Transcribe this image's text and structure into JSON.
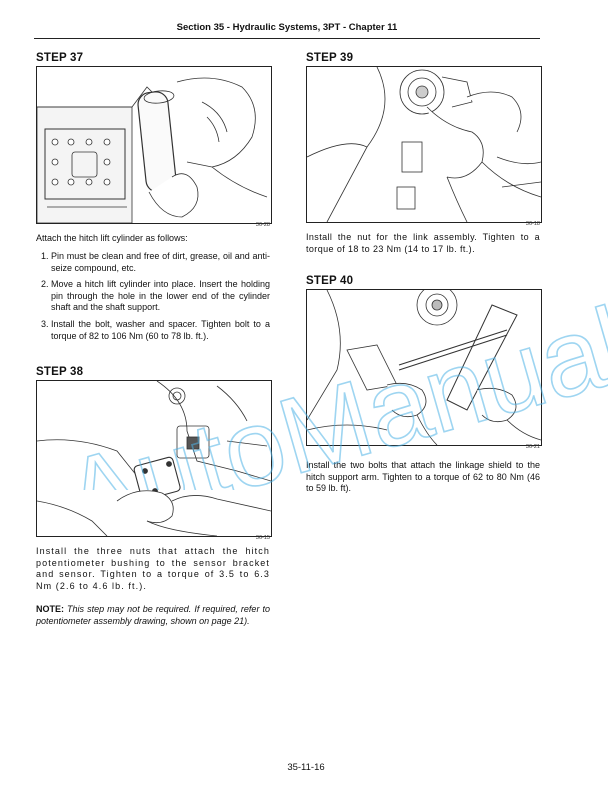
{
  "header": {
    "title": "Section 35 - Hydraulic Systems, 3PT - Chapter 11"
  },
  "steps": [
    {
      "title": "STEP 37",
      "figure_id": "36-28",
      "intro": "Attach the hitch lift cylinder as follows:",
      "items": [
        {
          "num": "1.",
          "text": "Pin must be clean and free of dirt, grease, oil and anti-seize compound, etc."
        },
        {
          "num": "2.",
          "text": "Move a hitch lift cylinder into place. Insert the holding pin through the hole in the lower end of the cylinder shaft and the shaft support."
        },
        {
          "num": "3.",
          "text": "Install the bolt, washer and spacer. Tighten bolt to a torque of 82 to 106 Nm (60 to 78 lb. ft.)."
        }
      ]
    },
    {
      "title": "STEP 38",
      "figure_id": "36-15",
      "text": "Install the three nuts that attach the hitch potentiometer bushing to the sensor bracket and sensor. Tighten to a torque of 3.5 to 6.3 Nm (2.6 to 4.6 lb. ft.).",
      "note_label": "NOTE:",
      "note_text": "This step may not be required. If required, refer to potentiometer assembly drawing, shown on page 21)."
    },
    {
      "title": "STEP 39",
      "figure_id": "36-18",
      "text": "Install the nut for the link assembly. Tighten to a torque of 18 to 23 Nm (14 to 17 lb. ft.)."
    },
    {
      "title": "STEP 40",
      "figure_id": "36-21",
      "text": "Install the two bolts that attach the linkage shield to the hitch support arm. Tighten to a torque of 62 to 80 Nm (46 to 59 lb. ft)."
    }
  ],
  "watermark": {
    "text": "AutoManual",
    "color": "#4fb3e6"
  },
  "footer": {
    "page": "35-11-16"
  }
}
